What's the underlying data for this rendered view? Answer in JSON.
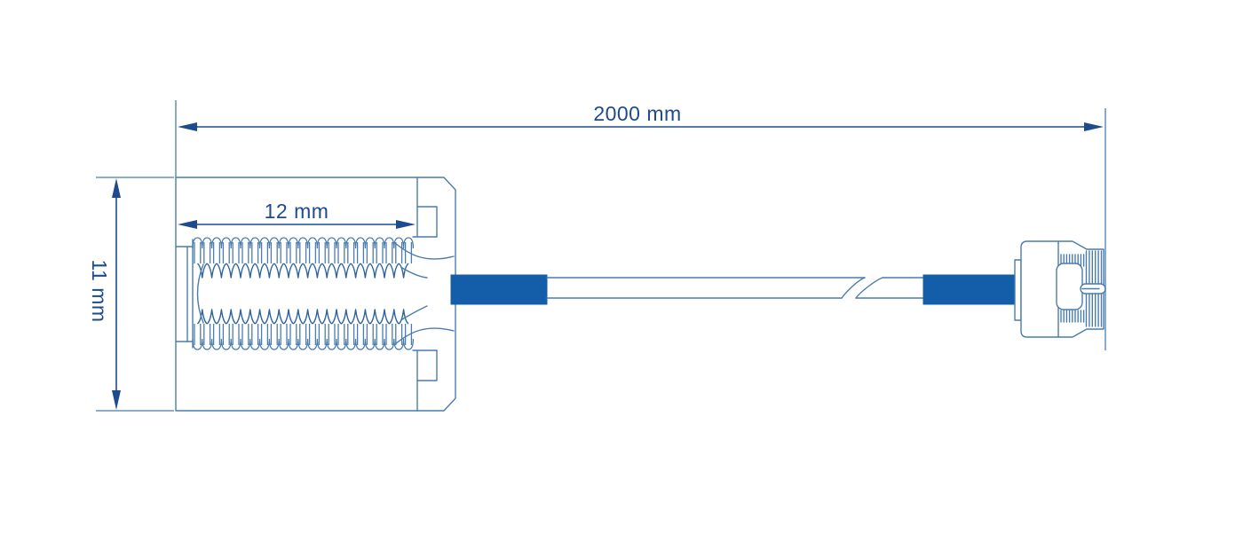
{
  "drawing": {
    "labels": {
      "total_length": "2000 mm",
      "thread_length": "12 mm",
      "height": "11 mm"
    },
    "colors": {
      "outline": "#4a7cae",
      "dimension": "#1d4b8e",
      "boot_fill": "#145da9",
      "thread_accent": "#2e629f",
      "background": "#ffffff"
    }
  }
}
